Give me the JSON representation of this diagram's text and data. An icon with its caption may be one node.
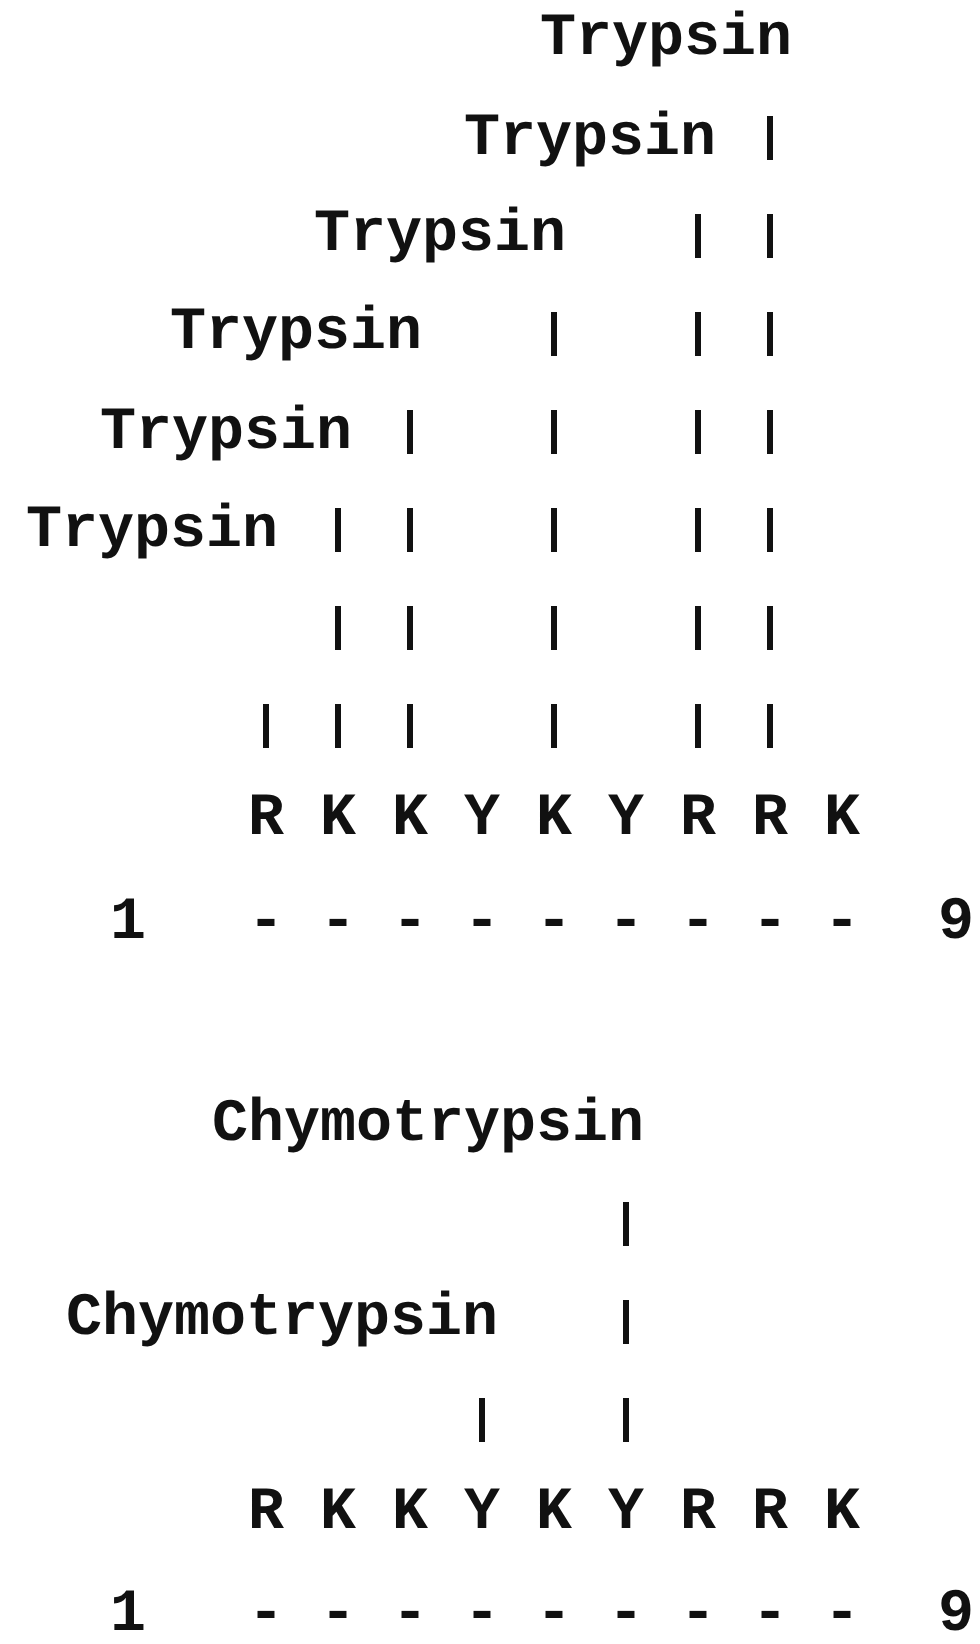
{
  "diagram": {
    "nodes": [
      {
        "text": [
          "Trypsin"
        ]
      },
      {
        "text": [
          "Trypsin"
        ]
      },
      {
        "text": [
          "Trypsin"
        ]
      },
      {
        "text": [
          "Trypsin"
        ]
      },
      {
        "text": [
          "Trypsin"
        ]
      },
      {
        "text": [
          "Trypsin"
        ]
      },
      {
        "text": [
          "Chymotrypsin"
        ]
      },
      {
        "text": [
          "Chymotrypsin"
        ]
      }
    ],
    "edges": [
      {
        "from": 0,
        "to": null,
        "arrow": "none"
      },
      {
        "from": 1,
        "to": null,
        "arrow": "none"
      },
      {
        "from": 2,
        "to": null,
        "arrow": "none"
      },
      {
        "from": 3,
        "to": null,
        "arrow": "none"
      },
      {
        "from": 4,
        "to": null,
        "arrow": "none"
      },
      {
        "from": 5,
        "to": null,
        "arrow": "none"
      },
      {
        "from": 6,
        "to": null,
        "arrow": "none"
      },
      {
        "from": 7,
        "to": null,
        "arrow": "none"
      }
    ],
    "labels": [
      "R K K Y K Y R R K",
      "1",
      "- - - - - - - - -",
      "9",
      "R K K Y K Y R R K",
      "1",
      "- - - - - - - - -",
      "9"
    ]
  }
}
